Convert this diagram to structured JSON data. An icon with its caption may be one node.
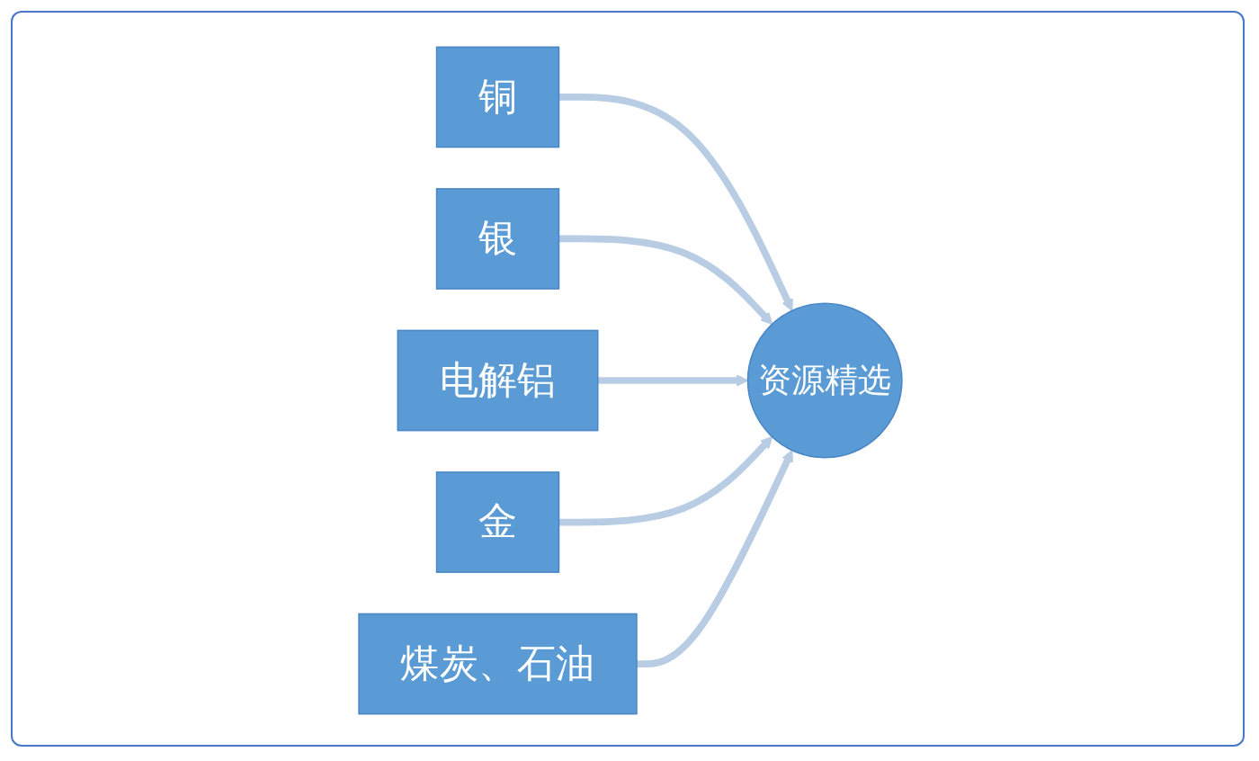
{
  "diagram": {
    "nodes": [
      {
        "text": [
          "铜"
        ]
      },
      {
        "text": [
          "银"
        ]
      },
      {
        "text": [
          "电解铝"
        ]
      },
      {
        "text": [
          "金"
        ]
      },
      {
        "text": [
          "资源精选"
        ]
      },
      {
        "text": [
          "煤炭、石油"
        ]
      }
    ],
    "edges": [
      {
        "from": 0,
        "to": 4,
        "arrow": "to"
      },
      {
        "from": 1,
        "to": 4,
        "arrow": "to"
      },
      {
        "from": 2,
        "to": 4,
        "arrow": "to"
      },
      {
        "from": 3,
        "to": 4,
        "arrow": "to"
      },
      {
        "from": 5,
        "to": 4,
        "arrow": "to"
      }
    ]
  }
}
